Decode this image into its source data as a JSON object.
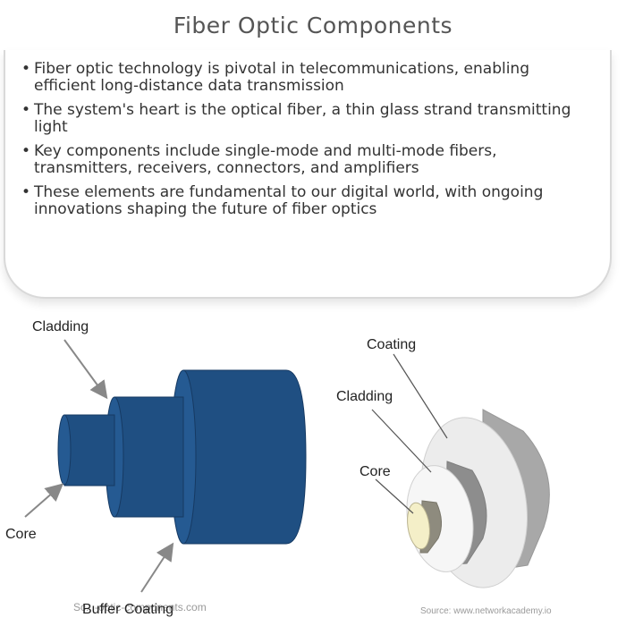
{
  "page": {
    "title": "Fiber Optic Components"
  },
  "bullets": [
    "Fiber optic technology is pivotal in telecommunications, enabling efficient long-distance data transmission",
    "The system's heart is the optical fiber, a thin glass strand transmitting light",
    "Key components include single-mode and multi-mode fibers, transmitters, receivers, connectors, and amplifiers",
    "These elements are fundamental to our digital world, with ongoing innovations shaping the future of fiber optics"
  ],
  "left_figure": {
    "labels": {
      "cladding": "Cladding",
      "core": "Core",
      "buffer_coating": "Buffer Coating"
    },
    "source": "Sc...-optic-components.com",
    "colors": {
      "cylinder": "#1f4f82",
      "cylinder_edge": "#163a63",
      "face": "#255a92"
    }
  },
  "right_figure": {
    "labels": {
      "coating": "Coating",
      "cladding": "Cladding",
      "core": "Core"
    },
    "source": "Source: www.networkacademy.io",
    "colors": {
      "coating": "#a8a8a8",
      "cladding": "#8d8d8d",
      "core": "#f4efc8"
    }
  }
}
